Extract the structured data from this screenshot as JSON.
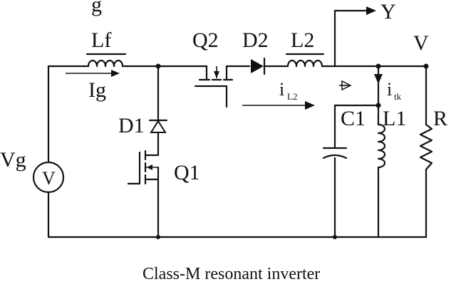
{
  "labels": {
    "top_partial": "g",
    "Lf": "Lf",
    "Ig": "Ig",
    "Vg": "Vg",
    "source_symbol": "V",
    "D1": "D1",
    "Q1": "Q1",
    "Q2": "Q2",
    "D2": "D2",
    "L2": "L2",
    "iL2_main": "i",
    "iL2_sub": "L2",
    "Y": "Y",
    "V": "V",
    "itk_main": "i",
    "itk_sub": "tk",
    "C1": "C1",
    "L1": "L1",
    "R": "R"
  },
  "caption": "Class-M resonant inverter"
}
